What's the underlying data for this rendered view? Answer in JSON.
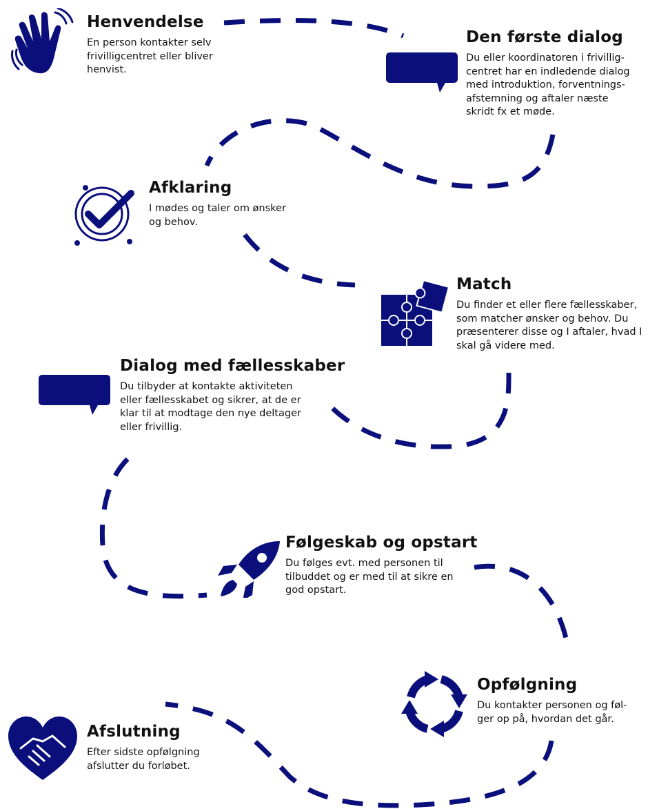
{
  "colors": {
    "accent": "#0a0f7c",
    "text": "#111111",
    "background": "#ffffff"
  },
  "steps": [
    {
      "icon": "waving-hand-icon",
      "title": "Henvendelse",
      "text": "En person kontakter selv\nfrivilligcentret eller bliver\nhenvist."
    },
    {
      "icon": "speech-bubble-icon",
      "title": "Den første dialog",
      "text": "Du eller koordinatoren i frivillig-\ncentret har en indledende dialog\nmed introduktion, forventnings-\nafstemning og aftaler næste\nskridt fx et møde."
    },
    {
      "icon": "checkmark-circle-icon",
      "title": "Afklaring",
      "text": "I mødes og taler om ønsker\nog behov."
    },
    {
      "icon": "puzzle-icon",
      "title": "Match",
      "text": "Du finder et eller flere fællesskaber,\nsom matcher ønsker og behov. Du\npræsenterer disse og I aftaler, hvad I\nskal gå videre med."
    },
    {
      "icon": "speech-bubble-icon",
      "title": "Dialog med fællesskaber",
      "text": "Du tilbyder at kontakte aktiviteten\neller fællesskabet og sikrer, at de er\nklar til at modtage den nye deltager\neller frivillig."
    },
    {
      "icon": "rocket-icon",
      "title": "Følgeskab og opstart",
      "text": "Du følges evt. med personen til\ntilbuddet og er med til at sikre en\ngod opstart."
    },
    {
      "icon": "cycle-arrows-icon",
      "title": "Opfølgning",
      "text": "Du kontakter personen og føl-\nger op på, hvordan det går."
    },
    {
      "icon": "heart-handshake-icon",
      "title": "Afslutning",
      "text": "Efter sidste opfølgning\nafslutter du forløbet."
    }
  ]
}
